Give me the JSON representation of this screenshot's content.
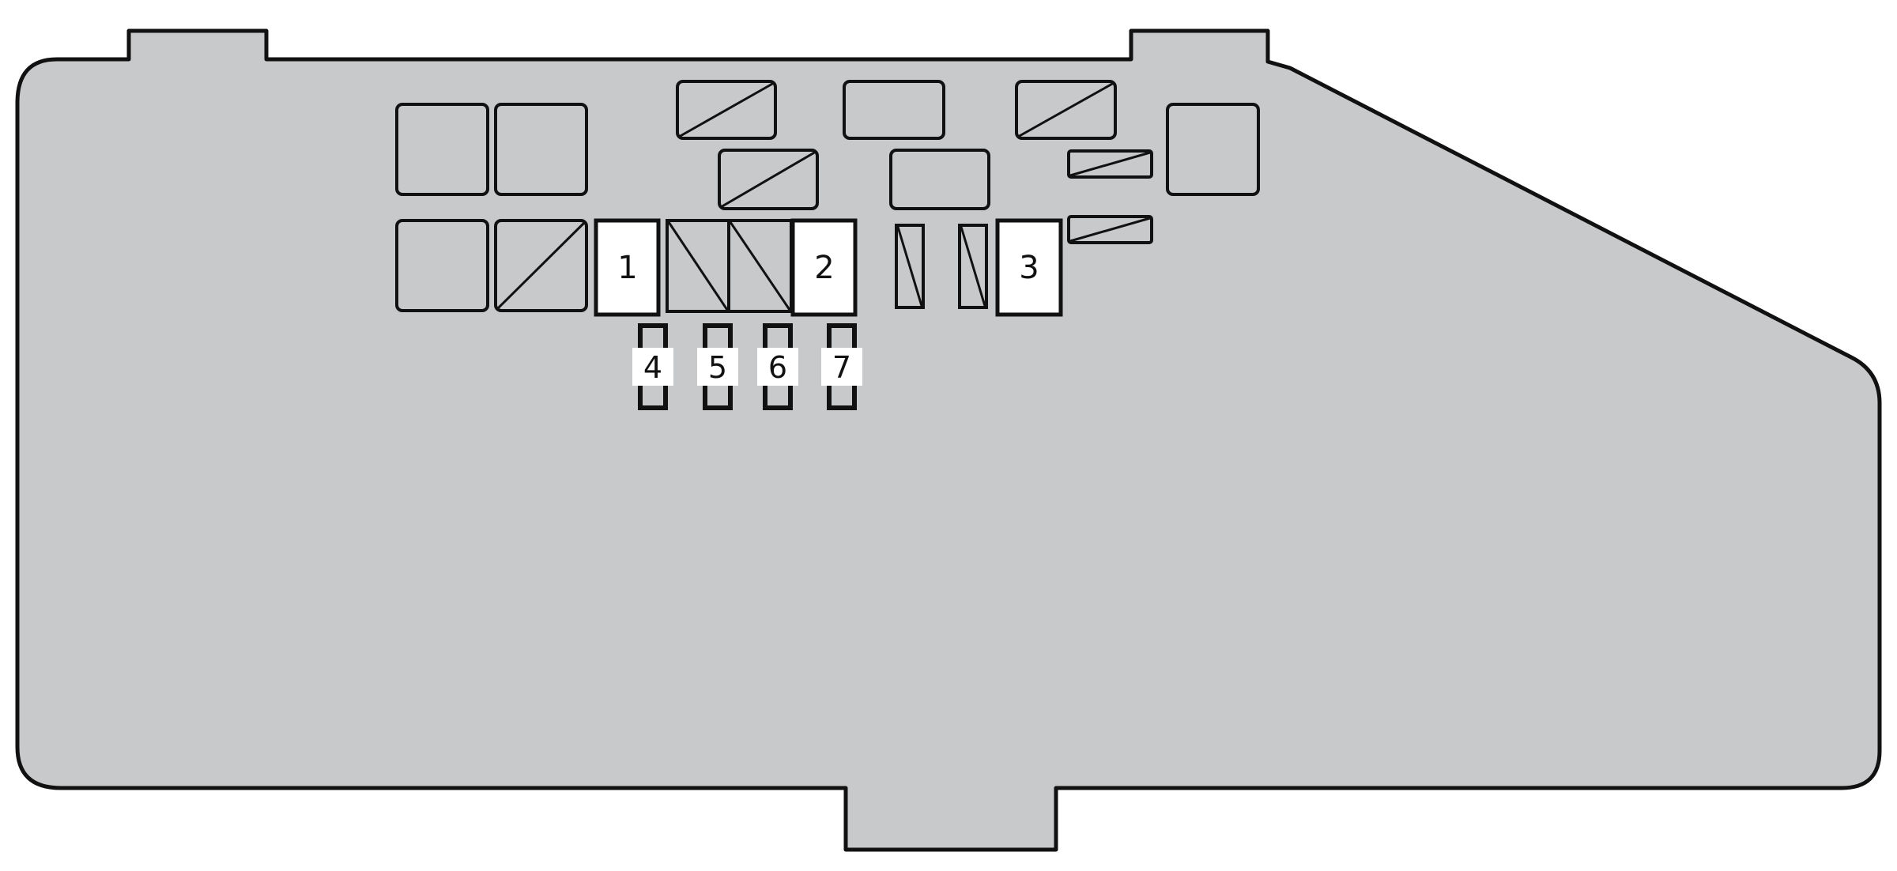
{
  "colors": {
    "housing_fill": "#c8c9cb",
    "outline": "#111111",
    "slot_fill": "#c8c9cb",
    "numbered_fill": "#ffffff"
  },
  "numbered_components": [
    {
      "id": "1",
      "label": "1"
    },
    {
      "id": "2",
      "label": "2"
    },
    {
      "id": "3",
      "label": "3"
    }
  ],
  "fuses": [
    {
      "id": "4",
      "label": "4"
    },
    {
      "id": "5",
      "label": "5"
    },
    {
      "id": "6",
      "label": "6"
    },
    {
      "id": "7",
      "label": "7"
    }
  ]
}
